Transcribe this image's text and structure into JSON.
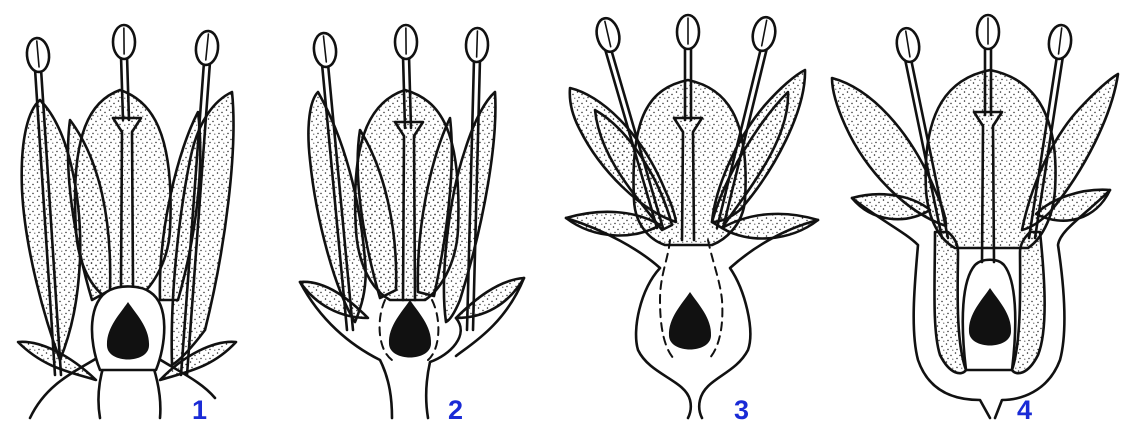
{
  "figure": {
    "labels": [
      "1",
      "2",
      "3",
      "4"
    ]
  },
  "colors": {
    "ink": "#111111",
    "stipple": "#222222",
    "label": "#1a2bd6",
    "background": "#ffffff"
  }
}
